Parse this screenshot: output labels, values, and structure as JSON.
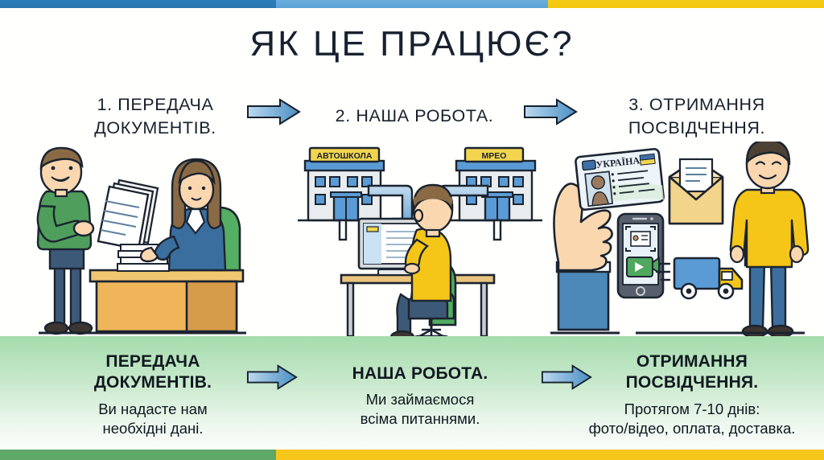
{
  "page": {
    "title": "ЯК ЦЕ ПРАЦЮЄ?",
    "brand_colors": {
      "bar_blue_dark": "#2d7cb8",
      "bar_blue_light": "#6aaedd",
      "bar_yellow": "#f5cc16",
      "bottom_green": "#5fa868",
      "bottom_yellow": "#f6c61a",
      "title_navy": "#17212f",
      "arrow_blue": "#4a8fc4",
      "panel_green": "#a5dcac"
    }
  },
  "steps": [
    {
      "id": 1,
      "label": "1. ПЕРЕДАЧА\nДОКУМЕНТІВ."
    },
    {
      "id": 2,
      "label": "2. НАША РОБОТА."
    },
    {
      "id": 3,
      "label": "3. ОТРИМАННЯ\nПОСВІДЧЕННЯ."
    }
  ],
  "summary": [
    {
      "heading": "ПЕРЕДАЧА\nДОКУМЕНТІВ.",
      "subtext": "Ви надасте нам\nнеобхідні дані."
    },
    {
      "heading": "НАША РОБОТА.",
      "subtext": "Ми займаємося\nвсіма питаннями."
    },
    {
      "heading": "ОТРИМАННЯ\nПОСВІДЧЕННЯ.",
      "subtext": "Протягом 7-10 днів:\nфото/відео, оплата, доставка."
    }
  ],
  "illustration": {
    "building_left_sign": "АВТОШКОЛА",
    "building_right_sign": "МРЕО",
    "id_card_country": "УКРАЇНА"
  }
}
